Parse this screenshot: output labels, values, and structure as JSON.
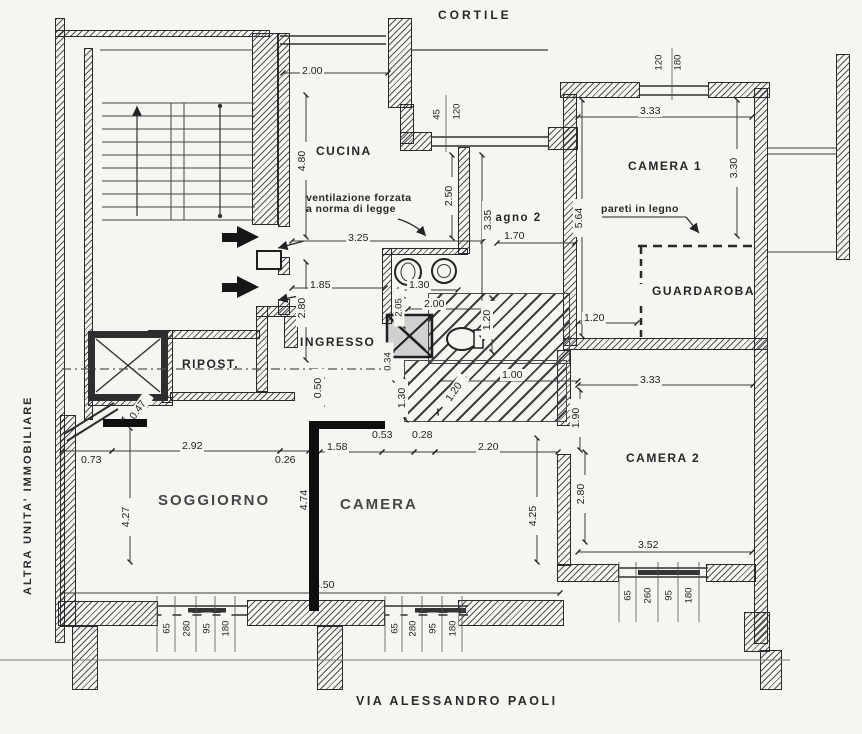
{
  "sheet": {
    "street_label": "VIA ALESSANDRO PAOLI",
    "neighbor_label": "ALTRA UNITA' IMMOBILIARE",
    "courtyard_label": "CORTILE"
  },
  "rooms": {
    "cucina": "CUCINA",
    "camera1": "CAMERA 1",
    "bagno2": "bagno 2",
    "guardaroba": "GUARDAROBA",
    "ingresso": "INGRESSO",
    "ripostiglio": "RIPOST.",
    "soggiorno": "SOGGIORNO",
    "camera": "CAMERA",
    "camera2": "CAMERA 2"
  },
  "notes": {
    "ventilation_line1": "ventilazione forzata",
    "ventilation_line2": "a norma di legge",
    "wood_walls": "pareti in legno"
  },
  "dimensions": {
    "kitchen_width": "2.00",
    "kitchen_depth": "4.80",
    "hall_width": "3.25",
    "hall_door": "1.85",
    "hall_depth": "2.80",
    "cucina_inner": "2.50",
    "bagno_depth": "3.35",
    "bagno_width": "1.70",
    "lav_width": "1.30",
    "lav_depth": "2.05",
    "shower_span": "2.00",
    "wc_depth": "1.20",
    "wc_wall": "0.34",
    "pass_a": "1.30",
    "pass_b": "0.50",
    "demo_width": "1.00",
    "demo_diag": "1.20",
    "ward_door": "1.20",
    "camera1_width": "3.33",
    "camera1_depth": "3.30",
    "east_depth": "5.64",
    "ward_width": "3.33",
    "ward_offset": "1.90",
    "sog_a": "0.73",
    "sog_width": "2.92",
    "sog_b": "0.26",
    "cam_a": "1.58",
    "cam_b": "0.53",
    "cam_c": "0.28",
    "cam_width": "2.20",
    "sog_depth": "4.27",
    "new_wall_len": "4.74",
    "cam_depth": "4.25",
    "camera2_depth": "2.80",
    "camera2_width": "3.52",
    "front_total": "8.50",
    "ripost_cut": "0.47"
  },
  "window_tags": {
    "bagno": [
      "45",
      "120"
    ],
    "camera1": [
      "120",
      "180"
    ],
    "left": [
      "65",
      "280",
      "95",
      "180"
    ],
    "center": [
      "65",
      "280",
      "95",
      "180"
    ],
    "camera2": [
      "65",
      "260",
      "95",
      "180"
    ]
  }
}
